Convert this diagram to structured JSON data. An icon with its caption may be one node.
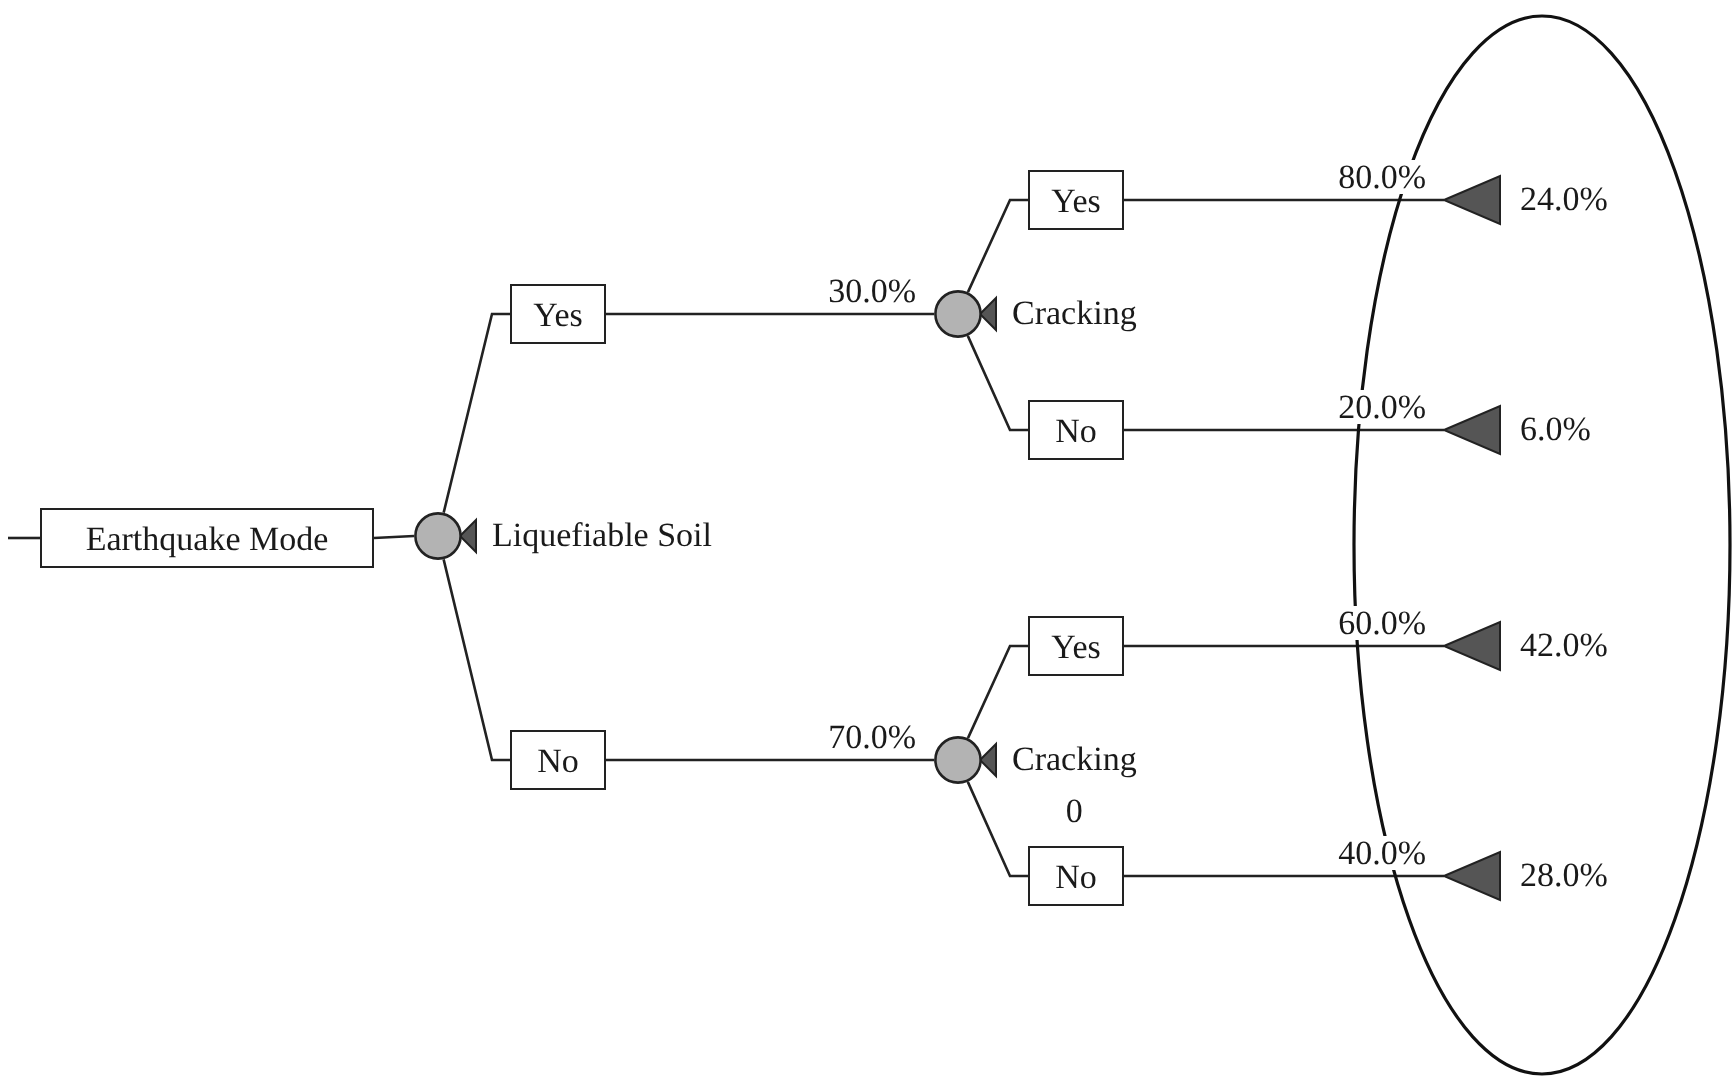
{
  "diagram": {
    "nodes": [
      {
        "text": [
          "Earthquake Mode"
        ]
      },
      {
        "text": [],
        "shape": "circle",
        "beside": [
          "Liquefiable Soil"
        ]
      },
      {
        "text": [
          "Yes"
        ]
      },
      {
        "text": [
          "No"
        ]
      },
      {
        "text": [],
        "shape": "circle",
        "beside": [
          "Cracking"
        ]
      },
      {
        "text": [],
        "shape": "circle",
        "beside": [
          "Cracking",
          "0"
        ]
      },
      {
        "text": [
          "Yes"
        ]
      },
      {
        "text": [
          "No"
        ]
      },
      {
        "text": [
          "Yes"
        ]
      },
      {
        "text": [
          "No"
        ]
      },
      {
        "text": [],
        "shape": "triangle",
        "beside": [
          "24.0%"
        ]
      },
      {
        "text": [],
        "shape": "triangle",
        "beside": [
          "6.0%"
        ]
      },
      {
        "text": [],
        "shape": "triangle",
        "beside": [
          "42.0%"
        ]
      },
      {
        "text": [],
        "shape": "triangle",
        "beside": [
          "28.0%"
        ]
      }
    ],
    "edges": [
      {
        "from": null,
        "to": 0,
        "arrow": "none"
      },
      {
        "from": 0,
        "to": 1,
        "arrow": "none"
      },
      {
        "from": 1,
        "to": 2,
        "arrow": "none"
      },
      {
        "from": 1,
        "to": 3,
        "arrow": "none"
      },
      {
        "from": 2,
        "to": 4,
        "arrow": "none",
        "label": "30.0%"
      },
      {
        "from": 3,
        "to": 5,
        "arrow": "none",
        "label": "70.0%"
      },
      {
        "from": 4,
        "to": 6,
        "arrow": "none"
      },
      {
        "from": 4,
        "to": 7,
        "arrow": "none"
      },
      {
        "from": 5,
        "to": 8,
        "arrow": "none"
      },
      {
        "from": 5,
        "to": 9,
        "arrow": "none"
      },
      {
        "from": 6,
        "to": 10,
        "arrow": "none",
        "label": "80.0%"
      },
      {
        "from": 7,
        "to": 11,
        "arrow": "none",
        "label": "20.0%"
      },
      {
        "from": 8,
        "to": 12,
        "arrow": "none",
        "label": "60.0%"
      },
      {
        "from": 9,
        "to": 13,
        "arrow": "none",
        "label": "40.0%"
      }
    ]
  }
}
